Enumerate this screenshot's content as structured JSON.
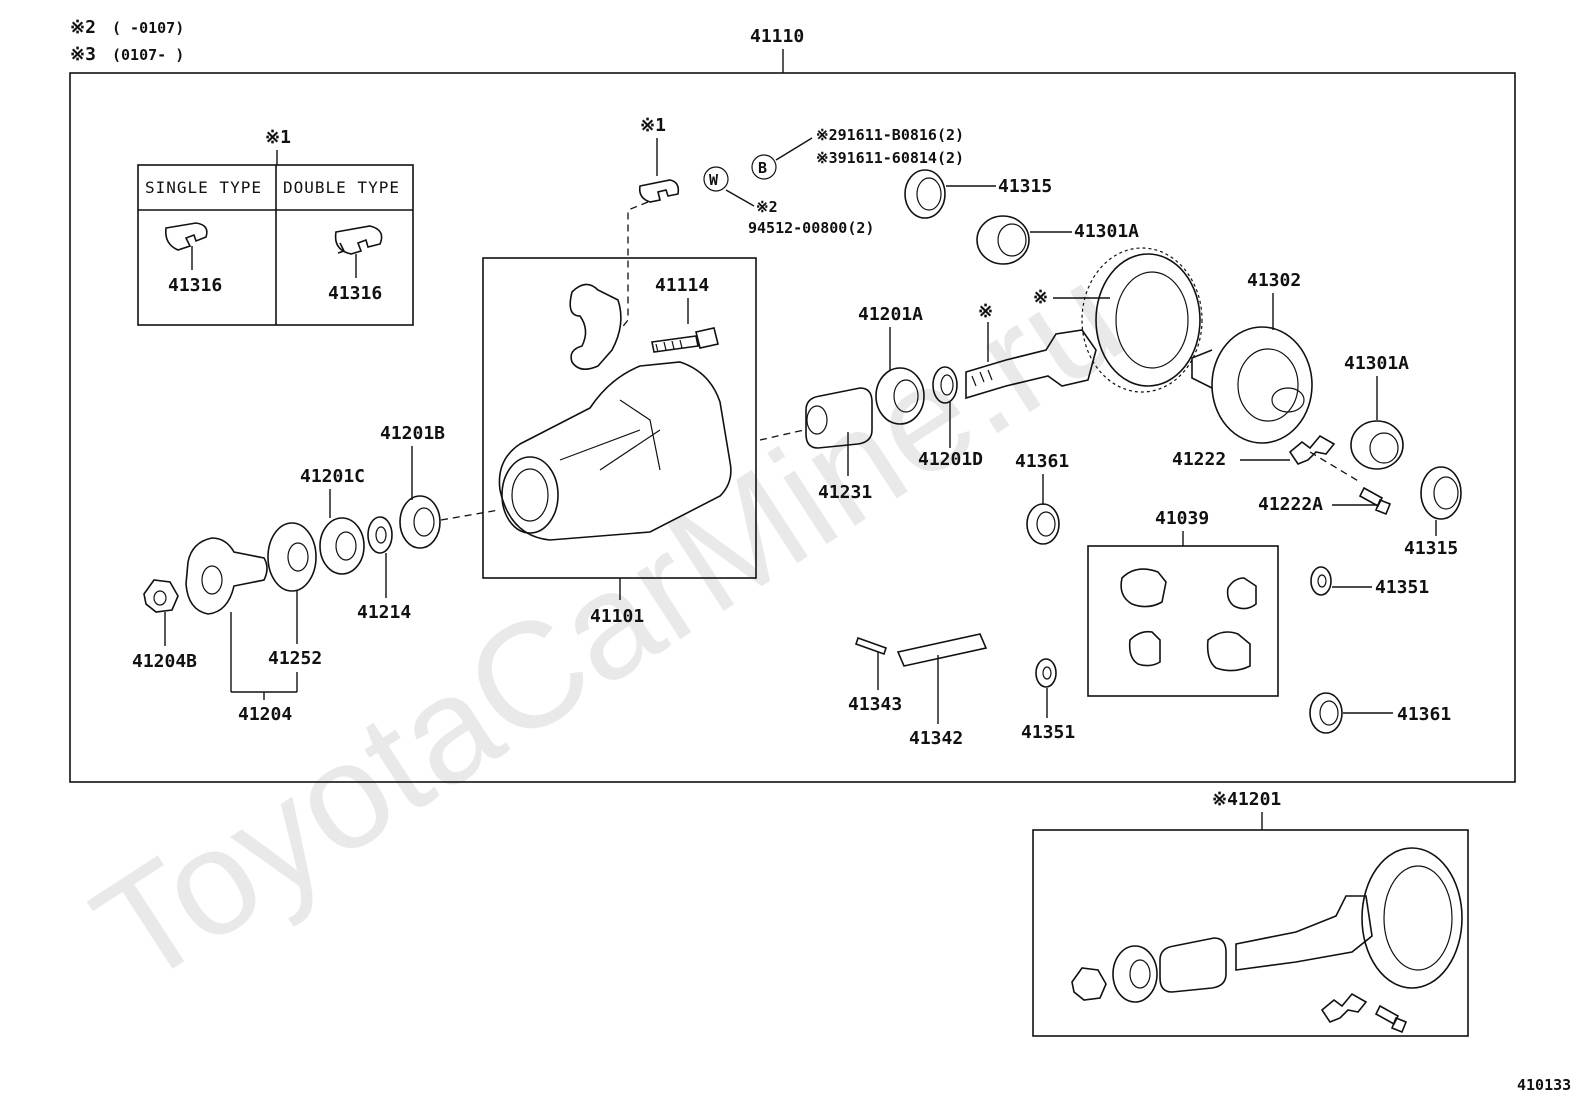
{
  "watermark": "ToyotaCarMine.ru",
  "notes": {
    "n2_symbol": "※2",
    "n2_range": "(      -0107)",
    "n3_symbol": "※3",
    "n3_range": "(0107-      )"
  },
  "assembly_label": "41110",
  "inset": {
    "title": "※1",
    "col1_header": "SINGLE TYPE",
    "col2_header": "DOUBLE TYPE",
    "col1_part": "41316",
    "col2_part": "41316"
  },
  "callouts": {
    "clip_note": "※1",
    "bolt_b_line1": "※291611-B0816(2)",
    "bolt_b_line2": "※391611-60814(2)",
    "washer_w_note": "※2",
    "washer_w_part": "94512-00800(2)",
    "symbol_b": "B",
    "symbol_w": "W",
    "ring_gear_note": "※",
    "pinion_note": "※"
  },
  "parts": {
    "p41315a": "41315",
    "p41301a_top": "41301A",
    "p41302": "41302",
    "p41301a_right": "41301A",
    "p41222": "41222",
    "p41222a": "41222A",
    "p41315b": "41315",
    "p41114": "41114",
    "p41201a": "41201A",
    "p41201b": "41201B",
    "p41201c": "41201C",
    "p41231": "41231",
    "p41201d": "41201D",
    "p41361a": "41361",
    "p41039": "41039",
    "p41351a": "41351",
    "p41101": "41101",
    "p41214": "41214",
    "p41252": "41252",
    "p41204b": "41204B",
    "p41204": "41204",
    "p41343": "41343",
    "p41342": "41342",
    "p41351b": "41351",
    "p41361b": "41361"
  },
  "kit_label": "※41201",
  "diagram_code": "410133"
}
